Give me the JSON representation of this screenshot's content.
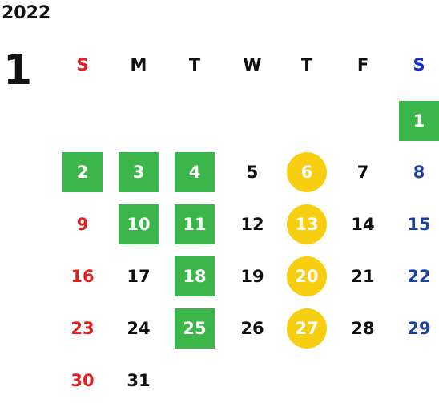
{
  "calendar": {
    "year": "2022",
    "month": "1",
    "weekday_headers": [
      "S",
      "M",
      "T",
      "W",
      "T",
      "F",
      "S"
    ],
    "days": [
      {
        "day": "1",
        "col": 6,
        "row": 0,
        "mark": "green"
      },
      {
        "day": "2",
        "col": 0,
        "row": 1,
        "mark": "green"
      },
      {
        "day": "3",
        "col": 1,
        "row": 1,
        "mark": "green"
      },
      {
        "day": "4",
        "col": 2,
        "row": 1,
        "mark": "green"
      },
      {
        "day": "5",
        "col": 3,
        "row": 1,
        "mark": ""
      },
      {
        "day": "6",
        "col": 4,
        "row": 1,
        "mark": "yellow"
      },
      {
        "day": "7",
        "col": 5,
        "row": 1,
        "mark": ""
      },
      {
        "day": "8",
        "col": 6,
        "row": 1,
        "mark": ""
      },
      {
        "day": "9",
        "col": 0,
        "row": 2,
        "mark": ""
      },
      {
        "day": "10",
        "col": 1,
        "row": 2,
        "mark": "green"
      },
      {
        "day": "11",
        "col": 2,
        "row": 2,
        "mark": "green"
      },
      {
        "day": "12",
        "col": 3,
        "row": 2,
        "mark": ""
      },
      {
        "day": "13",
        "col": 4,
        "row": 2,
        "mark": "yellow"
      },
      {
        "day": "14",
        "col": 5,
        "row": 2,
        "mark": ""
      },
      {
        "day": "15",
        "col": 6,
        "row": 2,
        "mark": ""
      },
      {
        "day": "16",
        "col": 0,
        "row": 3,
        "mark": ""
      },
      {
        "day": "17",
        "col": 1,
        "row": 3,
        "mark": ""
      },
      {
        "day": "18",
        "col": 2,
        "row": 3,
        "mark": "green"
      },
      {
        "day": "19",
        "col": 3,
        "row": 3,
        "mark": ""
      },
      {
        "day": "20",
        "col": 4,
        "row": 3,
        "mark": "yellow"
      },
      {
        "day": "21",
        "col": 5,
        "row": 3,
        "mark": ""
      },
      {
        "day": "22",
        "col": 6,
        "row": 3,
        "mark": ""
      },
      {
        "day": "23",
        "col": 0,
        "row": 4,
        "mark": ""
      },
      {
        "day": "24",
        "col": 1,
        "row": 4,
        "mark": ""
      },
      {
        "day": "25",
        "col": 2,
        "row": 4,
        "mark": "green"
      },
      {
        "day": "26",
        "col": 3,
        "row": 4,
        "mark": ""
      },
      {
        "day": "27",
        "col": 4,
        "row": 4,
        "mark": "yellow"
      },
      {
        "day": "28",
        "col": 5,
        "row": 4,
        "mark": ""
      },
      {
        "day": "29",
        "col": 6,
        "row": 4,
        "mark": ""
      },
      {
        "day": "30",
        "col": 0,
        "row": 5,
        "mark": ""
      },
      {
        "day": "31",
        "col": 1,
        "row": 5,
        "mark": ""
      }
    ]
  },
  "colors": {
    "sunday": "#e02020",
    "saturday_header": "#1030d0",
    "saturday": "#1c3f9a",
    "weekday": "#111111",
    "green_mark": "#3cb54a",
    "yellow_mark": "#f7ce10"
  }
}
